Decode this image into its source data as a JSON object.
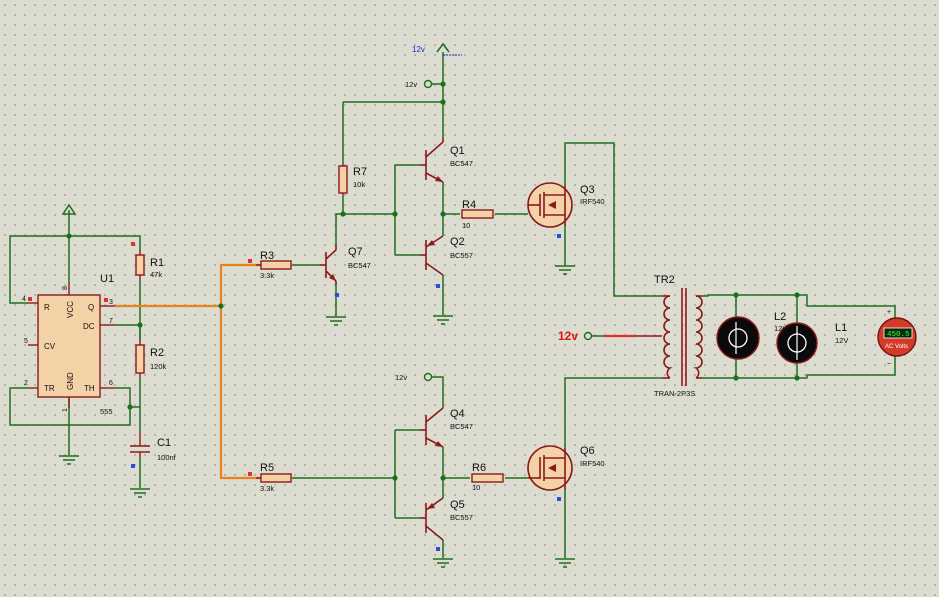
{
  "components": {
    "U1": {
      "ref": "U1",
      "part": "555",
      "pins": {
        "R": "R",
        "VCC": "VCC",
        "Q": "Q",
        "DC": "DC",
        "CV": "CV",
        "TR": "TR",
        "GND": "GND",
        "TH": "TH"
      },
      "pin_numbers": {
        "p4": "4",
        "p8": "8",
        "p3": "3",
        "p7": "7",
        "p5": "5",
        "p2": "2",
        "p1": "1",
        "p6": "6"
      }
    },
    "R1": {
      "ref": "R1",
      "value": "47k"
    },
    "R2": {
      "ref": "R2",
      "value": "120k"
    },
    "C1": {
      "ref": "C1",
      "value": "100nf"
    },
    "R3": {
      "ref": "R3",
      "value": "3.3k"
    },
    "R5": {
      "ref": "R5",
      "value": "3.3k"
    },
    "R7": {
      "ref": "R7",
      "value": "10k"
    },
    "Q7": {
      "ref": "Q7",
      "value": "BC547"
    },
    "Q1": {
      "ref": "Q1",
      "value": "BC547"
    },
    "Q2": {
      "ref": "Q2",
      "value": "BC557"
    },
    "Q4": {
      "ref": "Q4",
      "value": "BC547"
    },
    "Q5": {
      "ref": "Q5",
      "value": "BC557"
    },
    "R4": {
      "ref": "R4",
      "value": "10"
    },
    "R6": {
      "ref": "R6",
      "value": "10"
    },
    "Q3": {
      "ref": "Q3",
      "value": "IRF540"
    },
    "Q6": {
      "ref": "Q6",
      "value": "IRF540"
    },
    "TR2": {
      "ref": "TR2",
      "value": "TRAN-2P3S"
    },
    "L1": {
      "ref": "L1",
      "value": "12V"
    },
    "L2": {
      "ref": "L2",
      "value": "12V"
    }
  },
  "power": {
    "supply_top_label": "12v",
    "rail_q1_label": "12v",
    "rail_q4_label": "12v",
    "transformer_input_label": "12v"
  },
  "meter": {
    "reading": "450.5",
    "caption": "AC Volts",
    "plus": "+",
    "minus": "−"
  },
  "colors": {
    "wire": "#1f6e1f",
    "selected_wire": "#e8821c",
    "component": "#8b1a1a",
    "component_fill": "#f3d2a8",
    "input_label": "#e01010",
    "supply_label": "#1a2ad0",
    "background": "#dcdcd0"
  }
}
